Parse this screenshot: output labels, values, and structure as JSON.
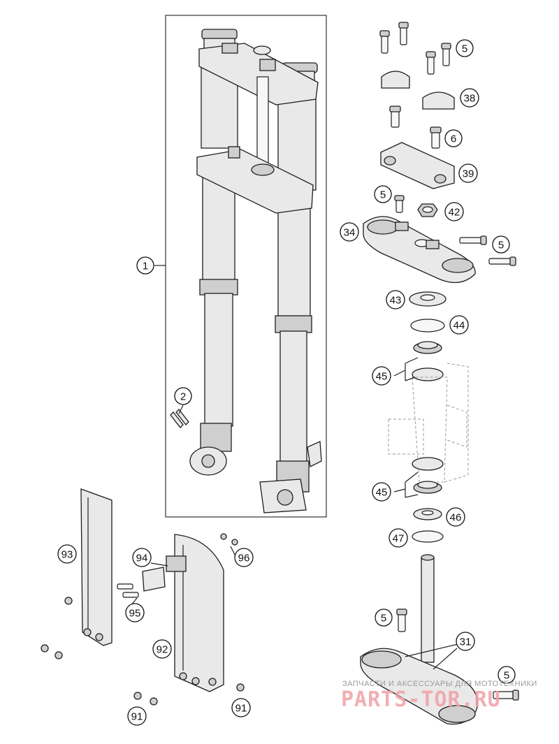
{
  "callouts": [
    {
      "id": "c1",
      "label": "1"
    },
    {
      "id": "c2",
      "label": "2"
    },
    {
      "id": "c5a",
      "label": "5"
    },
    {
      "id": "c38",
      "label": "38"
    },
    {
      "id": "c6",
      "label": "6"
    },
    {
      "id": "c39",
      "label": "39"
    },
    {
      "id": "c5b",
      "label": "5"
    },
    {
      "id": "c42",
      "label": "42"
    },
    {
      "id": "c34",
      "label": "34"
    },
    {
      "id": "c5c",
      "label": "5"
    },
    {
      "id": "c43",
      "label": "43"
    },
    {
      "id": "c44",
      "label": "44"
    },
    {
      "id": "c45a",
      "label": "45"
    },
    {
      "id": "c45b",
      "label": "45"
    },
    {
      "id": "c46",
      "label": "46"
    },
    {
      "id": "c47",
      "label": "47"
    },
    {
      "id": "c5d",
      "label": "5"
    },
    {
      "id": "c31",
      "label": "31"
    },
    {
      "id": "c5e",
      "label": "5"
    },
    {
      "id": "c93",
      "label": "93"
    },
    {
      "id": "c94",
      "label": "94"
    },
    {
      "id": "c95",
      "label": "95"
    },
    {
      "id": "c96",
      "label": "96"
    },
    {
      "id": "c92",
      "label": "92"
    },
    {
      "id": "c91a",
      "label": "91"
    },
    {
      "id": "c91b",
      "label": "91"
    }
  ],
  "watermark": {
    "top_text": "ЗАПЧАСТИ И АКСЕССУАРЫ ДЛЯ МОТОТЕХНИКИ",
    "main_text": "PARTS-TOR.RU"
  }
}
